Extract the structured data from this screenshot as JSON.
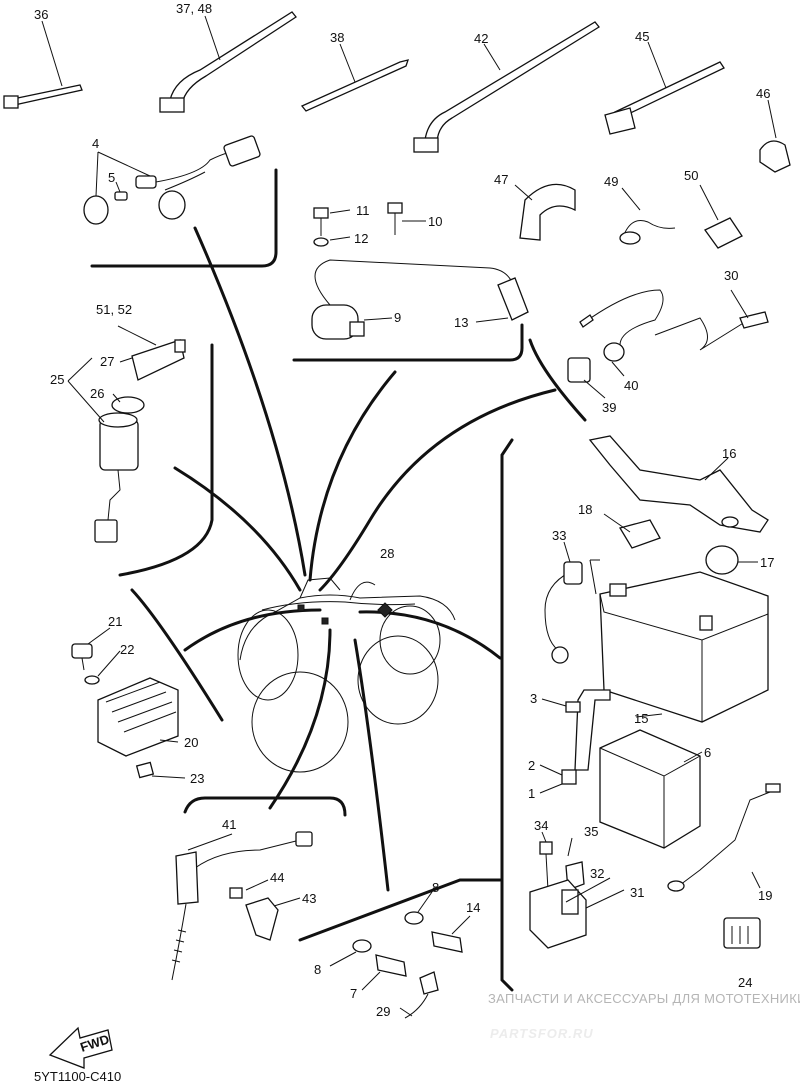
{
  "callouts": {
    "c1": "1",
    "c2": "2",
    "c3": "3",
    "c4": "4",
    "c5": "5",
    "c6": "6",
    "c7": "7",
    "c8a": "8",
    "c8b": "8",
    "c9": "9",
    "c10": "10",
    "c11": "11",
    "c12": "12",
    "c13": "13",
    "c14": "14",
    "c15": "15",
    "c16": "16",
    "c17": "17",
    "c18": "18",
    "c19": "19",
    "c20": "20",
    "c21": "21",
    "c22": "22",
    "c23": "23",
    "c24": "24",
    "c25": "25",
    "c26": "26",
    "c27": "27",
    "c28": "28",
    "c29": "29",
    "c30": "30",
    "c31": "31",
    "c32": "32",
    "c33": "33",
    "c34": "34",
    "c35": "35",
    "c36": "36",
    "c3748": "37, 48",
    "c38": "38",
    "c39": "39",
    "c40": "40",
    "c41": "41",
    "c42": "42",
    "c43": "43",
    "c44": "44",
    "c45": "45",
    "c46": "46",
    "c47": "47",
    "c49": "49",
    "c50": "50",
    "c5152": "51, 52"
  },
  "fwd_label": "FWD",
  "diagram_code": "5YT1100-C410",
  "watermark": {
    "tagline": "ЗАПЧАСТИ И АКСЕССУАРЫ ДЛЯ МОТОТЕХНИКИ",
    "brand": "PARTSFOR.RU"
  },
  "icons": [
    "fwd-arrow-icon"
  ]
}
